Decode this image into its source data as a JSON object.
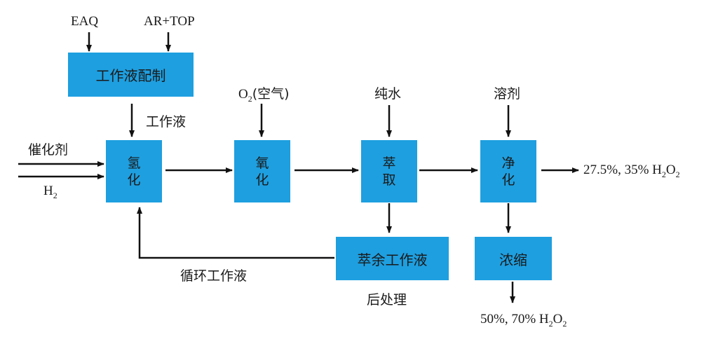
{
  "inputs": {
    "eaq": "EAQ",
    "ar_top": "AR+TOP",
    "o2": "O",
    "o2_sub": "2",
    "o2_suffix": "(空气)",
    "pure_water": "纯水",
    "solvent": "溶剂",
    "catalyst": "催化剂",
    "h2": "H",
    "h2_sub": "2"
  },
  "boxes": {
    "prep": "工作液配制",
    "hydro": [
      "氢",
      "化"
    ],
    "oxid": [
      "氧",
      "化"
    ],
    "extract": [
      "萃",
      "取"
    ],
    "purify": [
      "净",
      "化"
    ],
    "raffinate": "萃余工作液",
    "concentrate": "浓缩"
  },
  "labels": {
    "working_fluid": "工作液",
    "recycle": "循环工作液",
    "post_treatment": "后处理"
  },
  "outputs": {
    "product1": "27.5%, 35% H",
    "product1_sub": "2",
    "product1_tail": "O",
    "product1_sub2": "2",
    "product2": "50%, 70% H",
    "product2_sub": "2",
    "product2_tail": "O",
    "product2_sub2": "2"
  },
  "colors": {
    "box_fill": "#1e9fe0",
    "arrow": "#111111"
  }
}
